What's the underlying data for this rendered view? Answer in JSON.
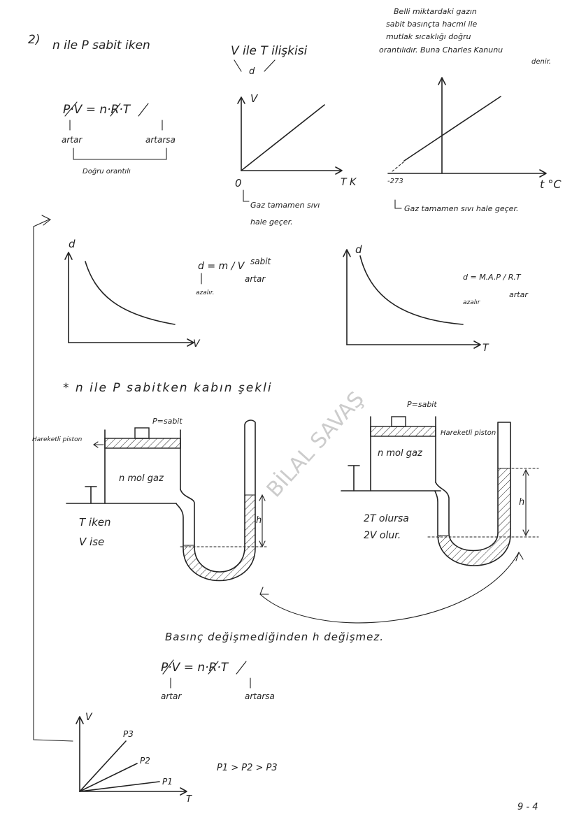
{
  "section": {
    "number": "2)",
    "heading": "n ile P sabit iken",
    "relation_title": "V ile T ilişkisi",
    "relation_sub": "d"
  },
  "formula1": {
    "equation": "P·V = n·R·T",
    "left_note": "artar",
    "right_note": "artarsa",
    "bracket_label": "Doğru orantılı"
  },
  "graph_VT_kelvin": {
    "y_axis": "V",
    "x_axis": "T K",
    "origin": "0",
    "note_line1": "Gaz tamamen sıvı",
    "note_line2": "hale geçer."
  },
  "graph_VT_celsius": {
    "x_axis": "t °C",
    "x_tick": "-273",
    "note": "Gaz tamamen sıvı hale geçer.",
    "law_text": [
      "Belli miktardaki gazın",
      "sabit basınçta hacmi ile",
      "mutlak sıcaklığı doğru",
      "orantılıdır. Buna Charles Kanunu",
      "denir."
    ]
  },
  "graph_dV": {
    "y_axis": "d",
    "x_axis": "V",
    "formula": "d = m / V",
    "numerator_note": "sabit",
    "denominator_note": "artar",
    "result": "azalır."
  },
  "graph_dT": {
    "y_axis": "d",
    "x_axis": "T",
    "formula": "d = M.A.P / R.T",
    "denominator_note": "artar",
    "result": "azalır"
  },
  "container_section": {
    "heading": "* n ile P sabitken kabın şekli",
    "left": {
      "pressure": "P=sabit",
      "piston_label": "Hareketli piston",
      "gas": "n mol gaz",
      "state_line1": "T iken",
      "state_line2": "V ise",
      "height": "h"
    },
    "right": {
      "pressure": "P=sabit",
      "piston_label": "Hareketli piston",
      "gas": "n mol gaz",
      "state_line1": "2T olursa",
      "state_line2": "2V olur.",
      "height": "h"
    },
    "conclusion": "Basınç değişmediğinden h değişmez."
  },
  "formula2": {
    "equation": "P·V = n·R·T",
    "left_note": "artar",
    "right_note": "artarsa"
  },
  "graph_isobars": {
    "y_axis": "V",
    "x_axis": "T",
    "series": [
      "P3",
      "P2",
      "P1"
    ],
    "relation": "P1 > P2 > P3"
  },
  "watermark": "BİLAL SAVAŞ",
  "page_number": "9 - 4"
}
